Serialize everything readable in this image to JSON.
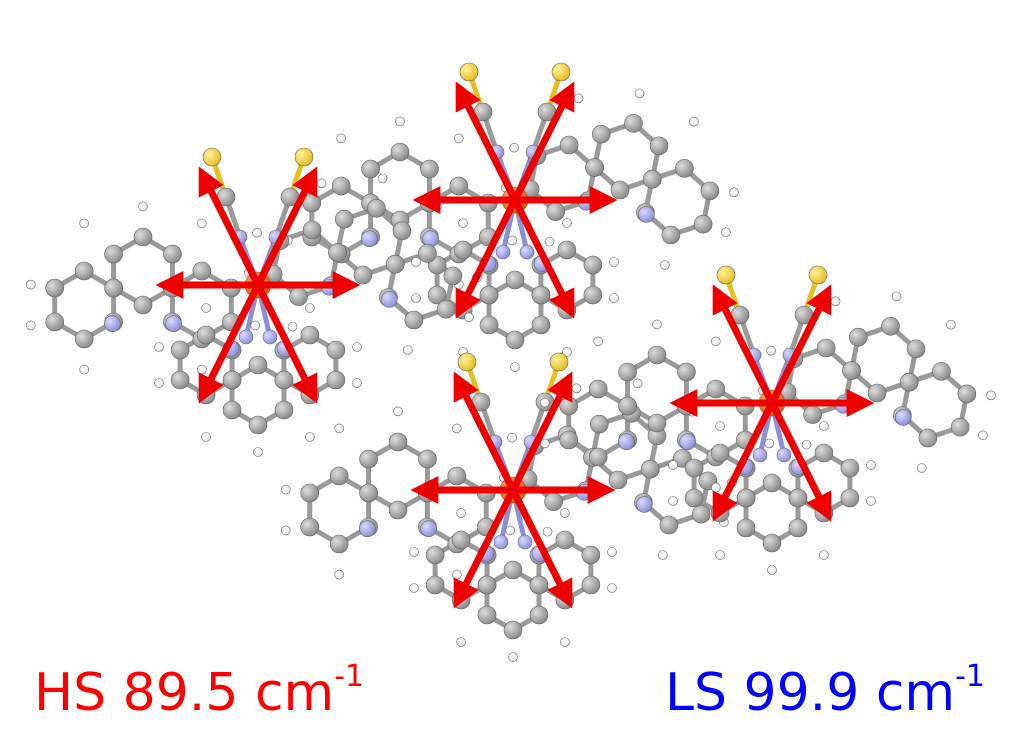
{
  "labels": {
    "hs": {
      "prefix": "HS",
      "value": "89.5",
      "unit": "cm",
      "exponent": "-1",
      "color": "#ff0000"
    },
    "ls": {
      "prefix": "LS",
      "value": "99.9",
      "unit": "cm",
      "exponent": "-1",
      "color": "#0000ff"
    }
  },
  "colors": {
    "arrow": "#ee0000",
    "iron": "#e05a00",
    "nitrogen": "#8c90d8",
    "carbon": "#8c8c8c",
    "sulfur": "#e6c020",
    "hydrogen": "#ffffff",
    "bond": "#9a9a9a"
  }
}
